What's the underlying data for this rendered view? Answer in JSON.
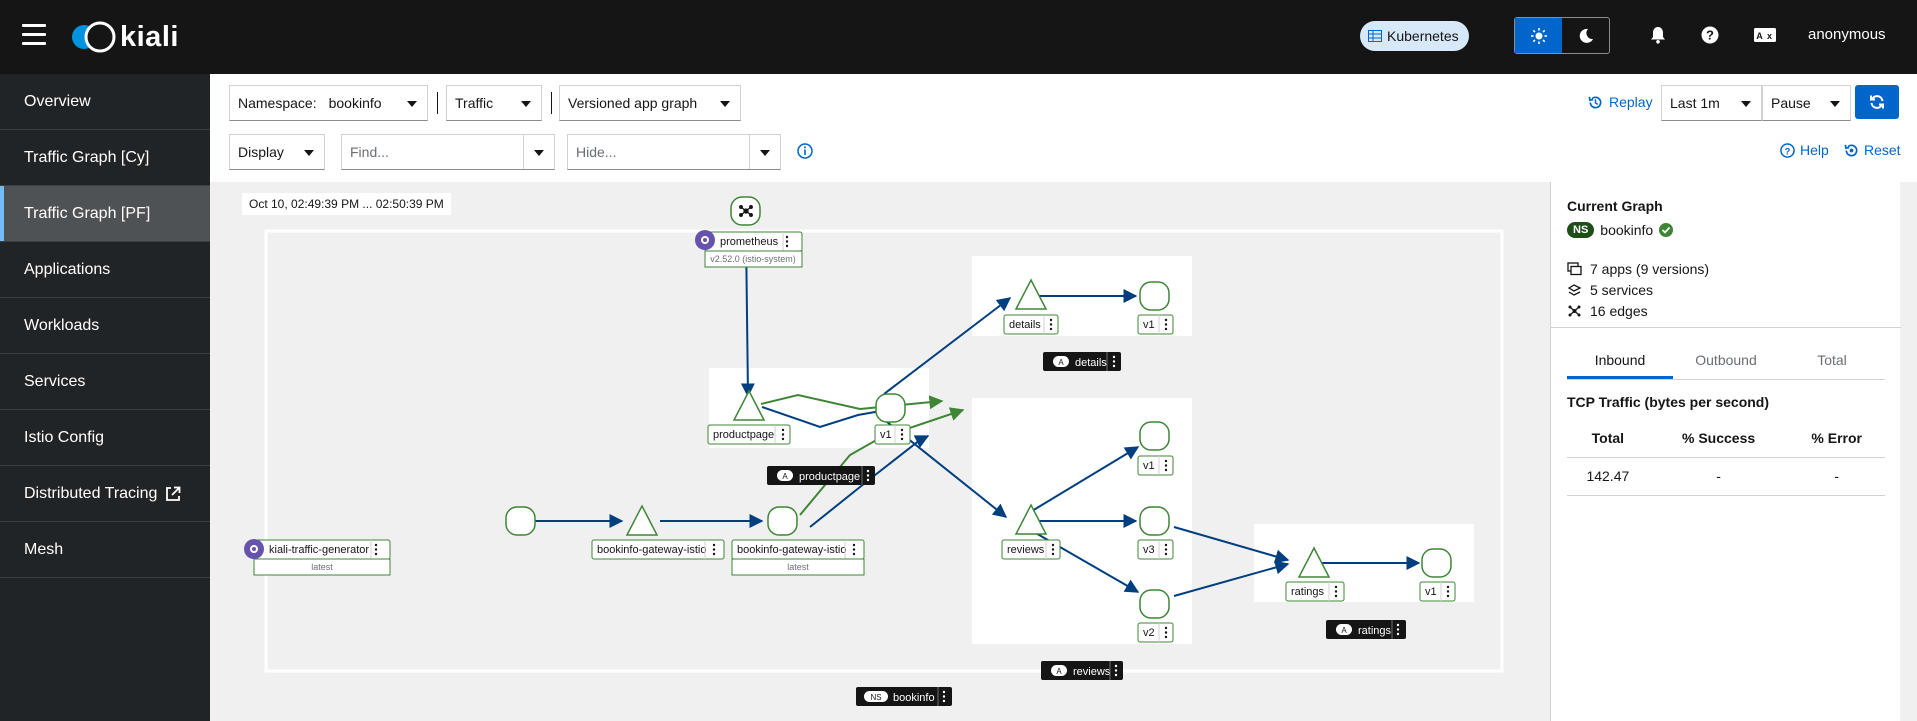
{
  "app": {
    "logo_text": "kiali",
    "cluster_badge": "Kubernetes",
    "user": "anonymous"
  },
  "sidebar": {
    "items": [
      {
        "label": "Overview"
      },
      {
        "label": "Traffic Graph [Cy]"
      },
      {
        "label": "Traffic Graph [PF]",
        "active": true
      },
      {
        "label": "Applications"
      },
      {
        "label": "Workloads"
      },
      {
        "label": "Services"
      },
      {
        "label": "Istio Config"
      },
      {
        "label": "Distributed Tracing"
      },
      {
        "label": "Mesh"
      }
    ]
  },
  "toolbar": {
    "namespace_label": "Namespace:",
    "namespace_value": "bookinfo",
    "traffic_label": "Traffic",
    "graph_type": "Versioned app graph",
    "replay_label": "Replay",
    "duration": "Last 1m",
    "refresh": "Pause",
    "display_label": "Display",
    "find_placeholder": "Find...",
    "hide_placeholder": "Hide...",
    "help_label": "Help",
    "reset_label": "Reset"
  },
  "graph": {
    "time_range": "Oct 10, 02:49:39 PM ... 02:50:39 PM",
    "nodes": {
      "prometheus": "prometheus",
      "prometheus_version": "v2.52.0 (istio-system)",
      "kiali_traffic_generator": "kiali-traffic-generator",
      "kiali_traffic_generator_version": "latest",
      "gateway_service": "bookinfo-gateway-istio",
      "gateway_workload": "bookinfo-gateway-istio",
      "gateway_workload_version": "latest",
      "productpage": "productpage",
      "productpage_v1": "v1",
      "details": "details",
      "details_v1": "v1",
      "reviews": "reviews",
      "reviews_v1": "v1",
      "reviews_v3": "v3",
      "reviews_v2": "v2",
      "ratings": "ratings",
      "ratings_v1": "v1"
    },
    "boxes": {
      "details": "details",
      "productpage": "productpage",
      "reviews": "reviews",
      "ratings": "ratings",
      "namespace": "bookinfo"
    },
    "badges": {
      "app": "A",
      "namespace": "NS"
    }
  },
  "side_panel": {
    "title": "Current Graph",
    "ns_badge": "NS",
    "namespace": "bookinfo",
    "apps": "7 apps (9 versions)",
    "services": "5 services",
    "edges": "16 edges",
    "tabs": [
      "Inbound",
      "Outbound",
      "Total"
    ],
    "tcp_title": "TCP Traffic (bytes per second)",
    "table": {
      "headers": [
        "Total",
        "% Success",
        "% Error"
      ],
      "rows": [
        [
          "142.47",
          "-",
          "-"
        ]
      ]
    }
  },
  "colors": {
    "masthead": "#151515",
    "sidebar": "#212427",
    "accent": "#0066cc",
    "edge_blue": "#003f7f",
    "edge_green": "#3e8635"
  }
}
